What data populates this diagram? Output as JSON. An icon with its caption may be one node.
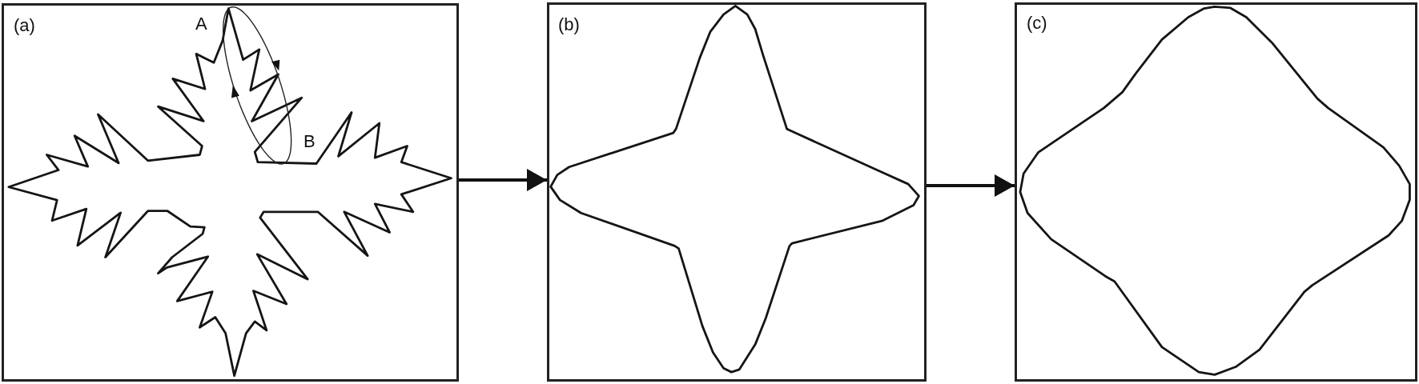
{
  "diagram": {
    "nodes": [
      {
        "text": [
          "(a)"
        ]
      },
      {
        "text": [
          "(b)"
        ]
      },
      {
        "text": [
          "(c)"
        ]
      }
    ],
    "edges": [
      {
        "from": 0,
        "to": 1,
        "arrow": "to"
      },
      {
        "from": 1,
        "to": 2,
        "arrow": "to"
      }
    ],
    "labels": [
      "A",
      "B"
    ]
  }
}
